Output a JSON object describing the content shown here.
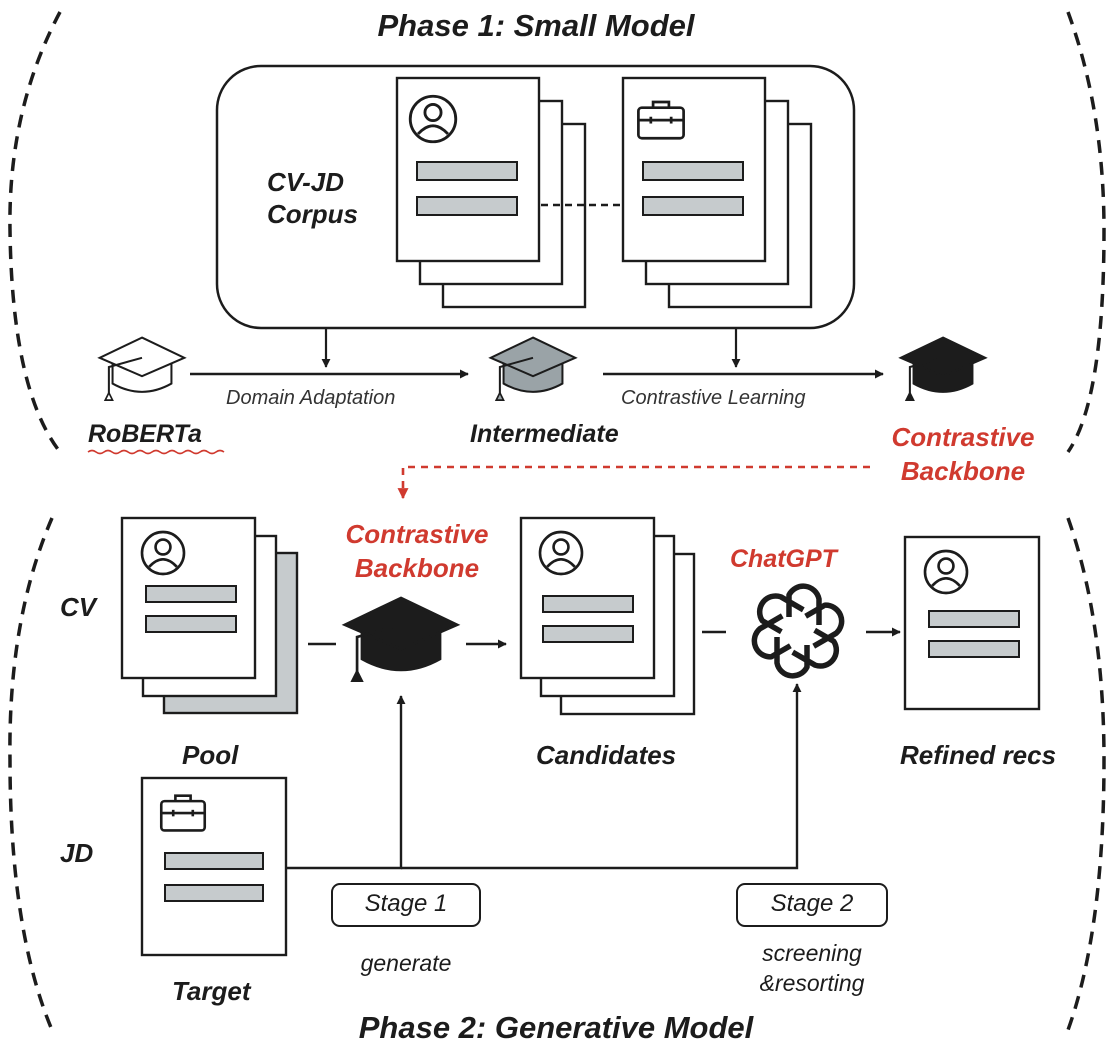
{
  "phase1": {
    "title": "Phase 1: Small Model",
    "corpus_label_line1": "CV-JD",
    "corpus_label_line2": "Corpus",
    "node_roberta": "RoBERTa",
    "node_intermediate": "Intermediate",
    "node_contrastive_line1": "Contrastive",
    "node_contrastive_line2": "Backbone",
    "edge_domain_adaptation": "Domain Adaptation",
    "edge_contrastive_learning": "Contrastive Learning"
  },
  "phase2": {
    "title": "Phase 2: Generative Model",
    "row_cv": "CV",
    "row_jd": "JD",
    "pool": "Pool",
    "target": "Target",
    "backbone_line1": "Contrastive",
    "backbone_line2": "Backbone",
    "candidates": "Candidates",
    "chatgpt": "ChatGPT",
    "refined": "Refined recs",
    "stage1": "Stage 1",
    "stage1_sub": "generate",
    "stage2": "Stage 2",
    "stage2_sub_line1": "screening",
    "stage2_sub_line2": "&resorting"
  },
  "colors": {
    "accent_red": "#d03a2f",
    "ink": "#1c1c1c",
    "bar_gray": "#c6cbcd",
    "cap_gray": "#9aa3a7"
  },
  "icons": [
    "person-icon",
    "briefcase-icon",
    "graduation-cap-icon",
    "openai-logo-icon"
  ]
}
